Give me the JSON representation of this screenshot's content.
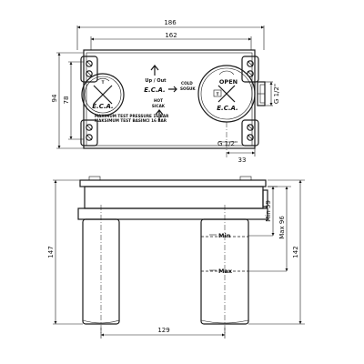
{
  "dimensions": {
    "overall_width": "186",
    "hole_spacing": "162",
    "height_outer": "94",
    "height_inner": "78",
    "port_size": "G 1/2\"",
    "outlet_offset": "33",
    "outlet_thread": "G 1/2\"",
    "overall_depth": "147",
    "min_depth": "Min 59",
    "max_depth": "Max 96",
    "total_height": "142",
    "spout_spacing": "129"
  },
  "labels": {
    "up_out": "Up / Out",
    "cold": "COLD",
    "cold_alt": "SOĞUK",
    "hot": "HOT",
    "hot_alt": "SICAK",
    "open": "OPEN",
    "brand": "E.C.A.",
    "pressure_line_1": "MAXIMUM TEST PRESSURE 16 BAR",
    "pressure_line_2": "MAKSIMUM TEST BASINCI 16 BAR",
    "min_label": "Min",
    "max_label": "Max",
    "dial_left_top": "T",
    "dial_right_letter": "T"
  }
}
